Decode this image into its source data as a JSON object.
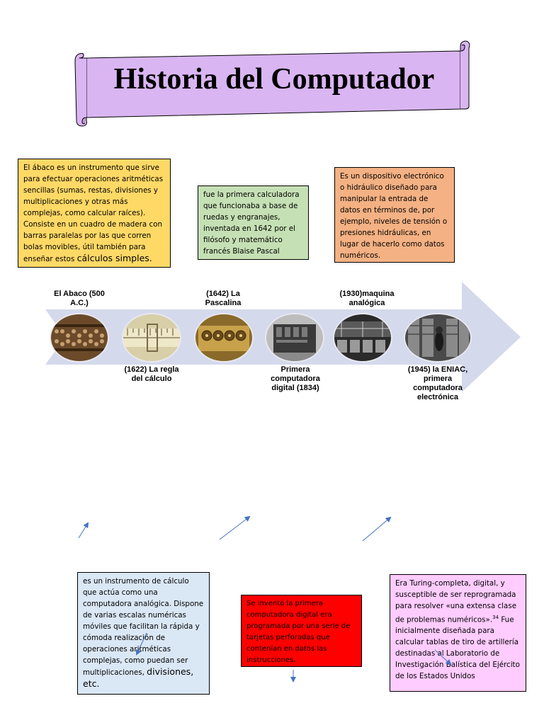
{
  "title": "Historia del Computador",
  "boxes": {
    "abaco_desc": "El ábaco es un instrumento que sirve para efectuar operaciones aritméticas sencillas (sumas, restas, divisiones y multiplicaciones y otras más complejas, como calcular raíces). Consiste en un cuadro de madera con barras paralelas por las que corren bolas movibles, útil también para enseñar estos",
    "abaco_desc_tail": "cálculos simples.",
    "pascalina_desc": "fue la primera calculadora que funcionaba a base de ruedas y engranajes, inventada en 1642 por el filósofo y matemático francés Blaise Pascal",
    "analogica_desc": "Es un dispositivo electrónico o hidráulico diseñado para manipular la entrada de datos en términos de, por ejemplo, niveles de tensión o presiones hidráulicas, en lugar de hacerlo como datos numéricos.",
    "regla_desc": "es un instrumento de cálculo que actúa como una computadora analógica. Dispone de varias escalas numéricas móviles que facilitan la rápida y cómoda realización de operaciones aritméticas complejas, como puedan ser multiplicaciones,",
    "regla_desc_tail": "divisiones, etc.",
    "digital_desc": "Se inventó la primera computadora digital era programada por una serie de tarjetas perforadas que contenían en datos las instrucciones.",
    "eniac_desc": "Era Turing-completa, digital, y susceptible de ser reprogramada para resolver «una extensa clase de problemas numéricos».",
    "eniac_sup": "34",
    "eniac_desc_tail": "Fue inicialmente diseñada para calcular tablas de tiro de artillería destinadas al Laboratorio de Investigación Balística del Ejército de los Estados Unidos"
  },
  "timeline": {
    "top_labels": [
      "El Abaco (500 A.C.)",
      "(1642) La Pascalina",
      "(1930)maquina analógica"
    ],
    "bottom_labels": [
      "(1622) La regla del cálculo",
      "Primera computadora digital (1834)",
      "(1945) la ENIAC, primera computadora electrónica"
    ],
    "images": [
      "abacus-photo",
      "slide-rule-photo",
      "pascaline-photo",
      "first-digital-computer-photo",
      "analog-machine-photo",
      "eniac-photo"
    ]
  },
  "colors": {
    "banner": "#d9b5f2",
    "arrow": "#d4d9ec",
    "abaco_box": "#ffd966",
    "pascalina_box": "#c5e0b4",
    "analogica_box": "#f4b183",
    "regla_box": "#dae7f5",
    "digital_box": "#ff0000",
    "eniac_box": "#ffccff",
    "connector": "#4472c4"
  }
}
